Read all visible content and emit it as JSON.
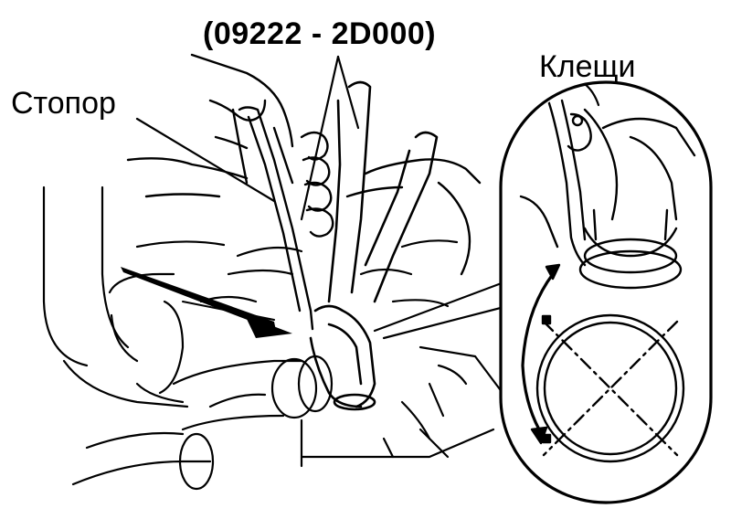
{
  "labels": {
    "part_number": "(09222 - 2D000)",
    "stopper": "Стопор",
    "pliers": "Клещи"
  },
  "colors": {
    "ink": "#000000",
    "paper": "#ffffff"
  }
}
